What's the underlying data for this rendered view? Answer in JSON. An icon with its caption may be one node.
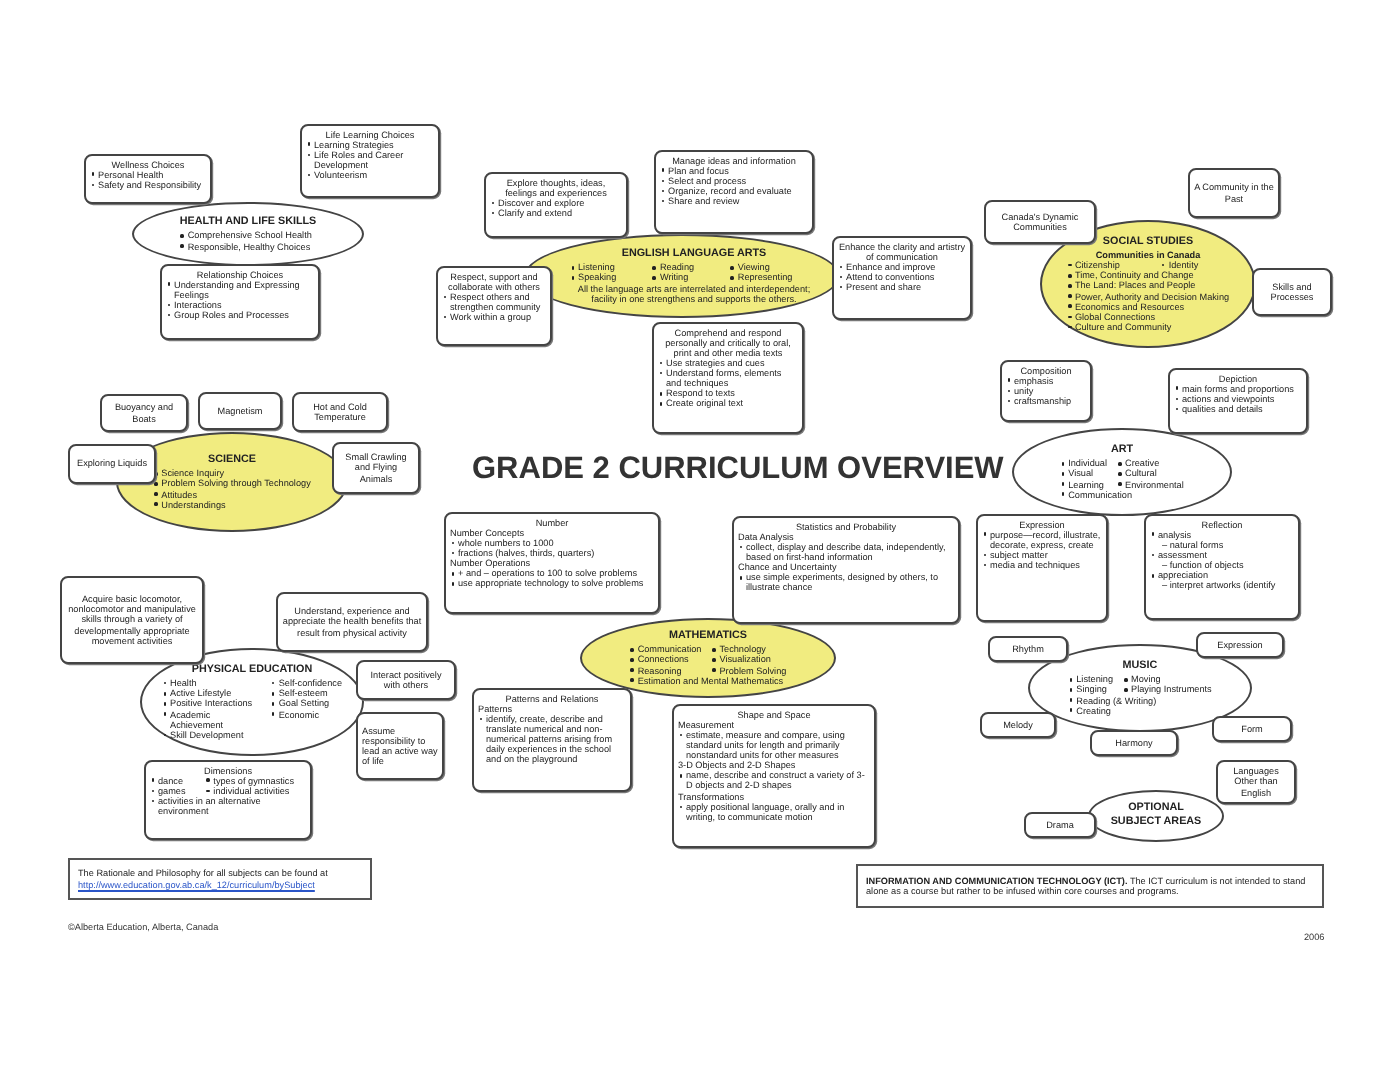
{
  "diagram": {
    "title": "GRADE 2 CURRICULUM OVERVIEW",
    "nodes": [
      {
        "text": [
          "HEALTH AND LIFE SKILLS",
          "Comprehensive School Health",
          "Responsible, Healthy Choices"
        ]
      },
      {
        "text": [
          "Wellness Choices",
          "Personal Health",
          "Safety and Responsibility"
        ]
      },
      {
        "text": [
          "Life Learning Choices",
          "Learning Strategies",
          "Life Roles and Career Development",
          "Volunteerism"
        ]
      },
      {
        "text": [
          "Relationship Choices",
          "Understanding and Expressing Feelings",
          "Interactions",
          "Group Roles and Processes"
        ]
      },
      {
        "text": [
          "ENGLISH LANGUAGE ARTS",
          "Listening",
          "Reading",
          "Viewing",
          "Speaking",
          "Writing",
          "Representing",
          "All the language arts are interrelated and interdependent; facility in one strengthens and supports the others."
        ]
      },
      {
        "text": [
          "Explore thoughts, ideas, feelings and experiences",
          "Discover and explore",
          "Clarify and extend"
        ]
      },
      {
        "text": [
          "Manage ideas and information",
          "Plan and focus",
          "Select and process",
          "Organize, record and evaluate",
          "Share and review"
        ]
      },
      {
        "text": [
          "Respect, support and collaborate with others",
          "Respect others and strengthen community",
          "Work within a group"
        ]
      },
      {
        "text": [
          "Enhance the clarity and artistry of communication",
          "Enhance and improve",
          "Attend to conventions",
          "Present and share"
        ]
      },
      {
        "text": [
          "Comprehend and respond personally and critically to oral, print and other media texts",
          "Use strategies and cues",
          "Understand forms, elements and techniques",
          "Respond to texts",
          "Create original text"
        ]
      },
      {
        "text": [
          "SOCIAL STUDIES",
          "Communities in Canada",
          "Citizenship",
          "Identity",
          "Time, Continuity and Change",
          "The Land: Places and People",
          "Power, Authority and Decision Making",
          "Economics and Resources",
          "Global Connections",
          "Culture and Community"
        ]
      },
      {
        "text": [
          "Canada's Dynamic Communities"
        ]
      },
      {
        "text": [
          "A Community in the Past"
        ]
      },
      {
        "text": [
          "Skills and Processes"
        ]
      },
      {
        "text": [
          "ART",
          "Individual",
          "Creative",
          "Visual",
          "Cultural",
          "Learning",
          "Environmental",
          "Communication"
        ]
      },
      {
        "text": [
          "Composition",
          "emphasis",
          "unity",
          "craftsmanship"
        ]
      },
      {
        "text": [
          "Depiction",
          "main forms and proportions",
          "actions and viewpoints",
          "qualities and details"
        ]
      },
      {
        "text": [
          "Expression",
          "purpose—record, illustrate, decorate, express, create",
          "subject matter",
          "media and techniques"
        ]
      },
      {
        "text": [
          "Reflection",
          "analysis",
          "– natural forms",
          "assessment",
          "– function of objects",
          "appreciation",
          "– interpret artworks (identify"
        ]
      },
      {
        "text": [
          "MUSIC",
          "Listening",
          "Moving",
          "Singing",
          "Playing Instruments",
          "Reading (& Writing)",
          "Creating"
        ]
      },
      {
        "text": [
          "Rhythm"
        ]
      },
      {
        "text": [
          "Expression"
        ]
      },
      {
        "text": [
          "Melody"
        ]
      },
      {
        "text": [
          "Form"
        ]
      },
      {
        "text": [
          "Harmony"
        ]
      },
      {
        "text": [
          "OPTIONAL SUBJECT AREAS"
        ]
      },
      {
        "text": [
          "Drama"
        ]
      },
      {
        "text": [
          "Languages Other than English"
        ]
      },
      {
        "text": [
          "SCIENCE",
          "Science Inquiry",
          "Problem Solving through Technology",
          "Attitudes",
          "Understandings"
        ]
      },
      {
        "text": [
          "Buoyancy and Boats"
        ]
      },
      {
        "text": [
          "Magnetism"
        ]
      },
      {
        "text": [
          "Hot and Cold Temperature"
        ]
      },
      {
        "text": [
          "Exploring Liquids"
        ]
      },
      {
        "text": [
          "Small Crawling and Flying Animals"
        ]
      },
      {
        "text": [
          "PHYSICAL EDUCATION",
          "Health",
          "Self-confidence",
          "Active Lifestyle",
          "Self-esteem",
          "Positive Interactions",
          "Goal Setting",
          "Academic Achievement",
          "Economic",
          "Skill Development"
        ]
      },
      {
        "text": [
          "Acquire basic locomotor, nonlocomotor and manipulative skills through a variety of developmentally appropriate movement activities"
        ]
      },
      {
        "text": [
          "Understand, experience and appreciate the health benefits that result from physical activity"
        ]
      },
      {
        "text": [
          "Interact positively with others"
        ]
      },
      {
        "text": [
          "Assume responsibility to lead an active way of life"
        ]
      },
      {
        "text": [
          "Dimensions",
          "dance",
          "types of gymnastics",
          "games",
          "individual activities",
          "activities in an alternative environment"
        ]
      },
      {
        "text": [
          "MATHEMATICS",
          "Communication",
          "Technology",
          "Connections",
          "Visualization",
          "Reasoning",
          "Problem Solving",
          "Estimation and Mental Mathematics"
        ]
      },
      {
        "text": [
          "Number",
          "Number Concepts",
          "whole numbers to 1000",
          "fractions (halves, thirds, quarters)",
          "Number Operations",
          "+ and – operations to 100 to solve problems",
          "use appropriate technology to solve problems"
        ]
      },
      {
        "text": [
          "Statistics and Probability",
          "Data Analysis",
          "collect, display and describe data, independently, based on first-hand information",
          "Chance and Uncertainty",
          "use simple experiments, designed by others, to illustrate chance"
        ]
      },
      {
        "text": [
          "Patterns and Relations",
          "Patterns",
          "identify, create, describe and translate numerical and non-numerical patterns arising from daily experiences in the school and on the playground"
        ]
      },
      {
        "text": [
          "Shape and Space",
          "Measurement",
          "estimate, measure and compare, using standard units for length and primarily nonstandard units for other measures",
          "3-D Objects and 2-D Shapes",
          "name, describe and construct a variety of 3-D objects and 2-D shapes",
          "Transformations",
          "apply positional language, orally and in writing, to communicate motion"
        ]
      },
      {
        "text": [
          "The Rationale and Philosophy for all subjects can be found at",
          "http://www.education.gov.ab.ca/k_12/curriculum/bySubject"
        ]
      },
      {
        "text": [
          "**INFORMATION AND COMMUNICATION TECHNOLOGY (ICT).** The ICT curriculum is not intended to stand alone as a course but rather to be infused within core courses and programs."
        ]
      }
    ],
    "labels": [
      "©Alberta Education, Alberta, Canada",
      "2006"
    ]
  }
}
